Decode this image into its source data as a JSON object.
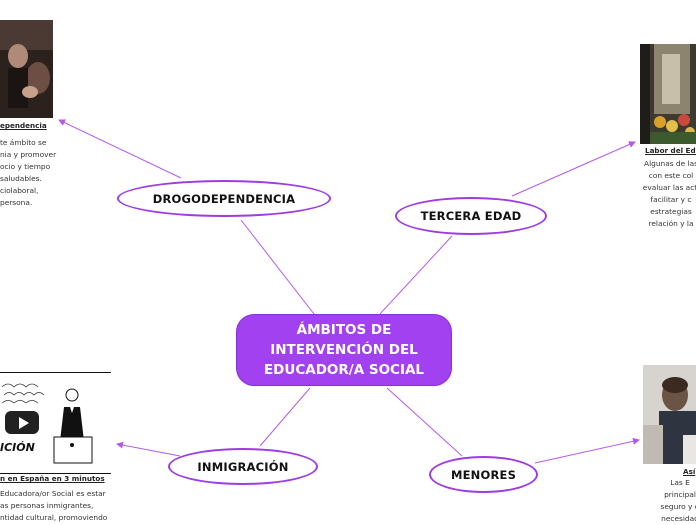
{
  "central": {
    "title": "ÁMBITOS DE\nINTERVENCIÓN DEL\nEDUCADOR/A SOCIAL"
  },
  "topics": {
    "drogodependencia": "DROGODEPENDENCIA",
    "tercera_edad": "TERCERA EDAD",
    "inmigracion": "INMIGRACIÓN",
    "menores": "MENORES"
  },
  "notes": {
    "drogodependencia": {
      "caption": "ependencia",
      "text": "te ámbito se\nnia y promover\nocio y tiempo\nsaludables.\nciolaboral,\npersona."
    },
    "tercera_edad": {
      "caption": "Labor del Educ",
      "text": "Algunas de las\ncon este col\nevaluar las acti\nfacilitar y c\nestrategias\nrelación y la"
    },
    "inmigracion": {
      "caption": "n en España en 3 minutos",
      "image_word": "ICIÓN",
      "text": "Educadora/or Social es estar\nas personas inmigrantes,\nntidad cultural, promoviendo"
    },
    "menores": {
      "caption": "Así",
      "text": "Las E\nprincipal\nseguro y d\nnecesidad"
    }
  },
  "colors": {
    "accent": "#a241ef",
    "border": "#9e3ce0",
    "link": "#b55ae8"
  },
  "icons": {
    "video": "play-button-icon"
  }
}
